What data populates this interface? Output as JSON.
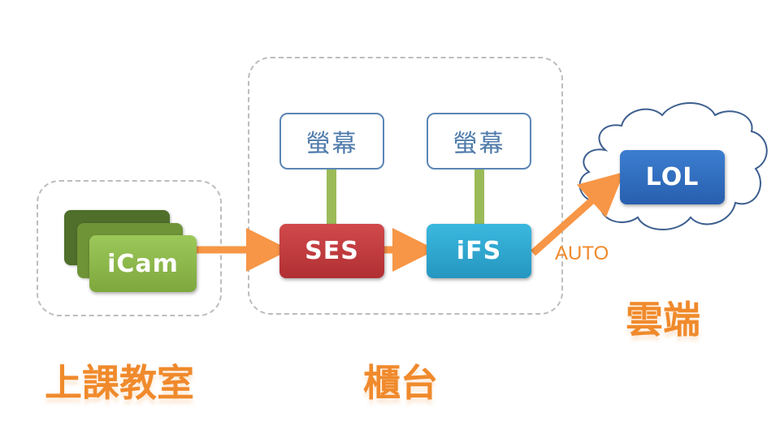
{
  "nodes": {
    "icam": "iCam",
    "ses": "SES",
    "ifs": "iFS",
    "lol": "LOL",
    "screen1": "螢幕",
    "screen2": "螢幕"
  },
  "edge_labels": {
    "auto": "AUTO"
  },
  "group_labels": {
    "classroom": "上課教室",
    "counter": "櫃台",
    "cloud": "雲端"
  },
  "colors": {
    "icam": "#8db94a",
    "icam_stack": "#4f6f2a",
    "ses": "#c0393b",
    "ifs": "#2ea7cf",
    "lol": "#2e6fbf",
    "screen_border": "#5a86b5",
    "connector": "#9bbb59",
    "arrow": "#f79646",
    "label": "#f08a2c",
    "cloud_border": "#3d5f8f"
  }
}
